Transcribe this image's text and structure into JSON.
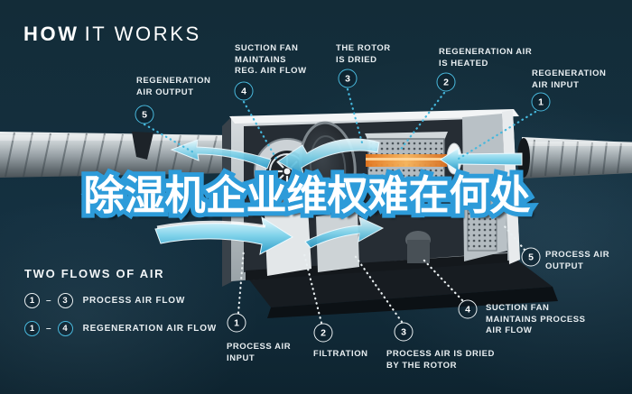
{
  "title": {
    "bold": "HOW",
    "light": "IT WORKS"
  },
  "headline": {
    "text": "除湿机企业维权难在何处"
  },
  "top_labels": [
    {
      "num": "5",
      "label": "REGENERATION\nAIR OUTPUT"
    },
    {
      "num": "4",
      "label": "SUCTION FAN\nMAINTAINS\nREG. AIR FLOW"
    },
    {
      "num": "3",
      "label": "THE ROTOR\nIS DRIED"
    },
    {
      "num": "2",
      "label": "REGENERATION AIR\nIS HEATED"
    },
    {
      "num": "1",
      "label": "REGENERATION\nAIR INPUT"
    }
  ],
  "bottom_labels": [
    {
      "num": "1",
      "label": "PROCESS AIR\nINPUT"
    },
    {
      "num": "2",
      "label": "FILTRATION"
    },
    {
      "num": "3",
      "label": "PROCESS AIR IS DRIED\nBY THE ROTOR"
    },
    {
      "num": "4",
      "label": "SUCTION FAN\nMAINTAINS PROCESS\nAIR FLOW"
    },
    {
      "num": "5",
      "label": "PROCESS AIR\nOUTPUT"
    }
  ],
  "legend": {
    "title": "TWO FLOWS OF AIR",
    "dash": "–",
    "rows": [
      {
        "from": "1",
        "to": "3",
        "label": "PROCESS AIR FLOW",
        "style": "process"
      },
      {
        "from": "1",
        "to": "4",
        "label": "REGENERATION AIR FLOW",
        "style": "regeneration"
      }
    ]
  },
  "colors": {
    "background": "#143040",
    "accent_cyan": "#49b9dd",
    "label_text": "#e8eef1",
    "headline_fill": "#ffffff",
    "headline_stroke": "#2d9bd9",
    "heater_orange": "#e5761d",
    "duct_silver": "#c3cacd"
  }
}
